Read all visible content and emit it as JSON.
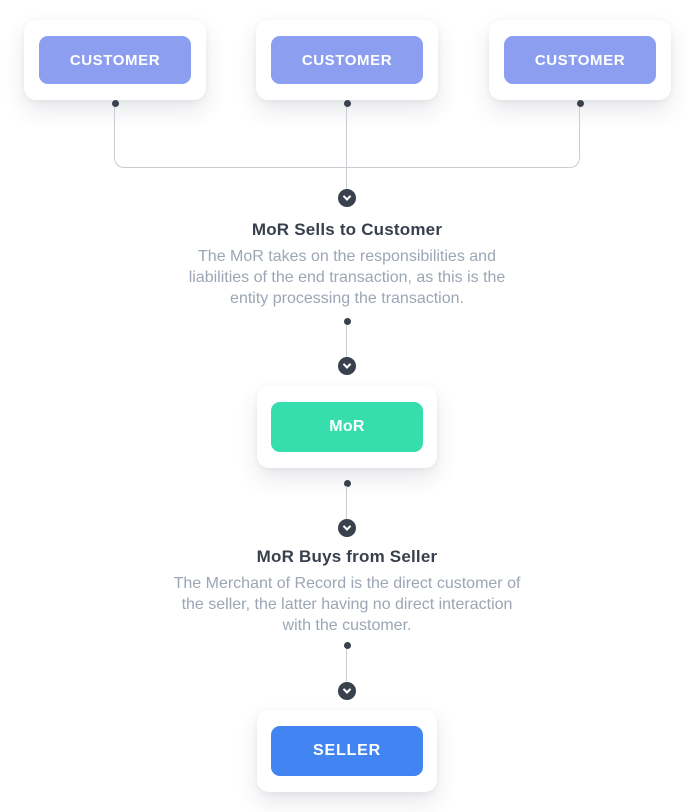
{
  "colors": {
    "bg": "#ffffff",
    "customer-btn": "#8c9ef0",
    "mor-btn": "#35deac",
    "seller-btn": "#4285f2",
    "dark": "#3a414e",
    "heading": "#39404d",
    "body-text": "#9ca6b4",
    "connector": "#c9cdd4",
    "card-bg": "#ffffff",
    "btn-text": "#ffffff"
  },
  "nodes": {
    "customers": [
      {
        "label": "CUSTOMER"
      },
      {
        "label": "CUSTOMER"
      },
      {
        "label": "CUSTOMER"
      }
    ],
    "mor": {
      "label": "MoR"
    },
    "seller": {
      "label": "SELLER"
    }
  },
  "steps": [
    {
      "title": "MoR Sells to Customer",
      "lines": [
        "The MoR takes on the responsibilities and",
        "liabilities of the end transaction, as this is the",
        "entity processing the transaction."
      ]
    },
    {
      "title": "MoR Buys from Seller",
      "lines": [
        "The Merchant of Record is the direct customer of",
        "the seller, the latter having no direct interaction",
        "with the customer."
      ]
    }
  ],
  "icons": {
    "connector_arrow": "chevron-down-icon"
  }
}
